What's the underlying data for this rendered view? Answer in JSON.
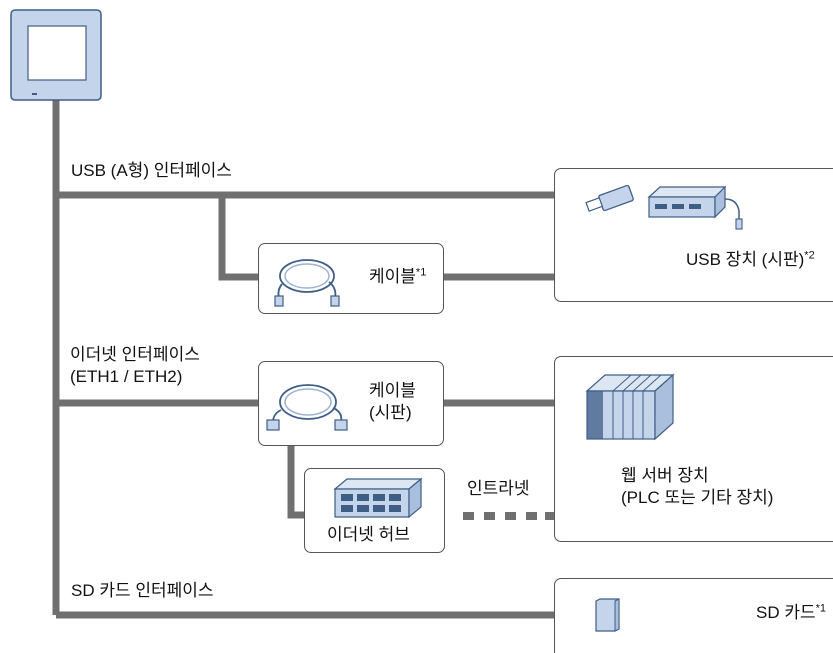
{
  "labels": {
    "usb_interface": "USB (A형) 인터페이스",
    "cable": "케이블",
    "cable_note": "*1",
    "usb_device": "USB 장치 (시판)",
    "usb_device_note": "*2",
    "ethernet_interface_line1": "이더넷 인터페이스",
    "ethernet_interface_line2": "(ETH1 / ETH2)",
    "eth_cable_line1": "케이블",
    "eth_cable_line2": "(시판)",
    "intranet": "인트라넷",
    "web_server_line1": "웹 서버 장치",
    "web_server_line2": "(PLC 또는 기타 장치)",
    "ethernet_hub": "이더넷 허브",
    "sd_interface": "SD 카드 인터페이스",
    "sd_card": "SD 카드",
    "sd_card_note": "*1"
  },
  "colors": {
    "line": "#707070",
    "device_fill": "#c4d4ea",
    "device_stroke": "#3f5e86",
    "box_border": "#555555"
  }
}
